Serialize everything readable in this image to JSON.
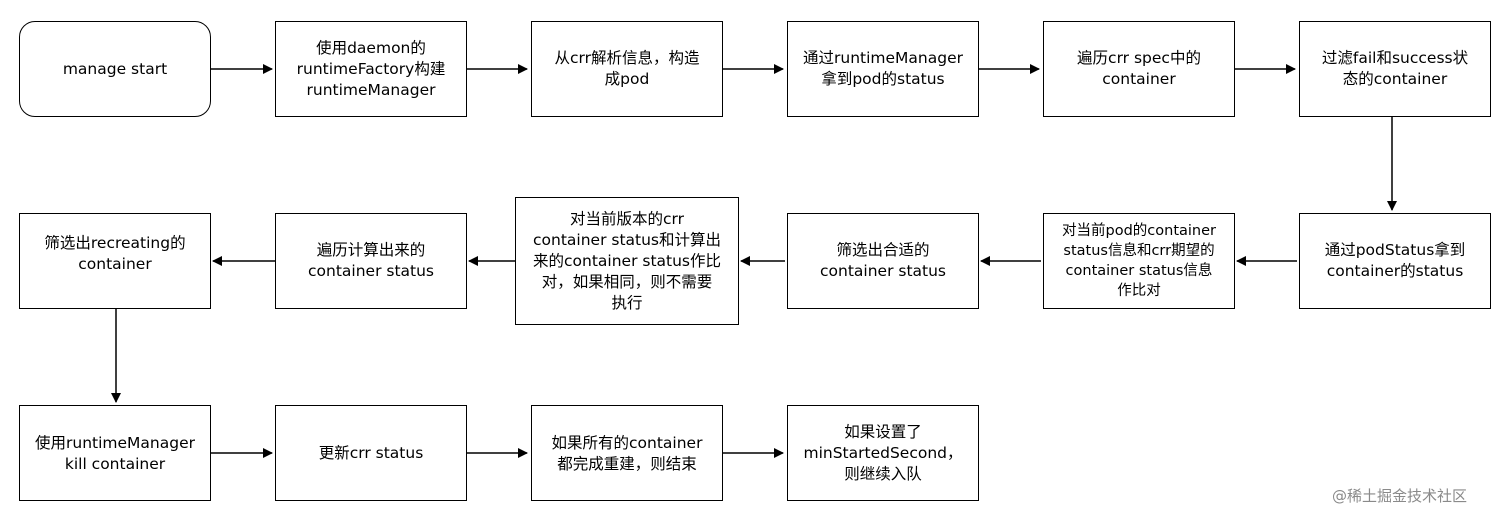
{
  "nodes": {
    "manage_start": "manage start",
    "build_runtime_manager": "使用daemon的\nruntimeFactory构建\nruntimeManager",
    "parse_crr": "从crr解析信息，构造\n成pod",
    "get_pod_status": "通过runtimeManager\n拿到pod的status",
    "iterate_spec_containers": "遍历crr spec中的\ncontainer",
    "filter_fail_success": "过滤fail和success状\n态的container",
    "get_container_status": "通过podStatus拿到\ncontainer的status",
    "compare_pod_crr_status": "对当前pod的container\nstatus信息和crr期望的\ncontainer status信息\n作比对",
    "filter_suitable_status": "筛选出合适的\ncontainer status",
    "compare_version_status": "对当前版本的crr\ncontainer status和计算出\n来的container status作比\n对，如果相同，则不需要\n执行",
    "iterate_computed_status": "遍历计算出来的\ncontainer status",
    "filter_recreating": "筛选出recreating的\ncontainer",
    "kill_container": "使用runtimeManager\nkill container",
    "update_crr_status": "更新crr status",
    "all_rebuilt_finish": "如果所有的container\n都完成重建，则结束",
    "requeue_if_min_started": "如果设置了\nminStartedSecond，\n则继续入队"
  },
  "watermark": "@稀土掘金技术社区",
  "colors": {
    "stroke": "#000000",
    "fill": "#ffffff",
    "watermark": "#8a8a8a"
  }
}
